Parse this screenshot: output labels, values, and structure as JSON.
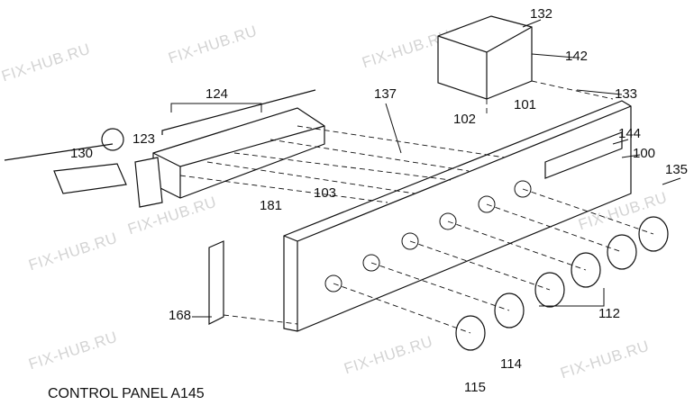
{
  "title": "CONTROL PANEL A145",
  "watermark": "FIX-HUB.RU",
  "parts": {
    "p132": "132",
    "p142": "142",
    "p133": "133",
    "p124": "124",
    "p137": "137",
    "p101": "101",
    "p102": "102",
    "p144": "144",
    "p100": "100",
    "p135": "135",
    "p123": "123",
    "p130": "130",
    "p103": "103",
    "p181": "181",
    "p168": "168",
    "p112": "112",
    "p114": "114",
    "p115": "115"
  }
}
